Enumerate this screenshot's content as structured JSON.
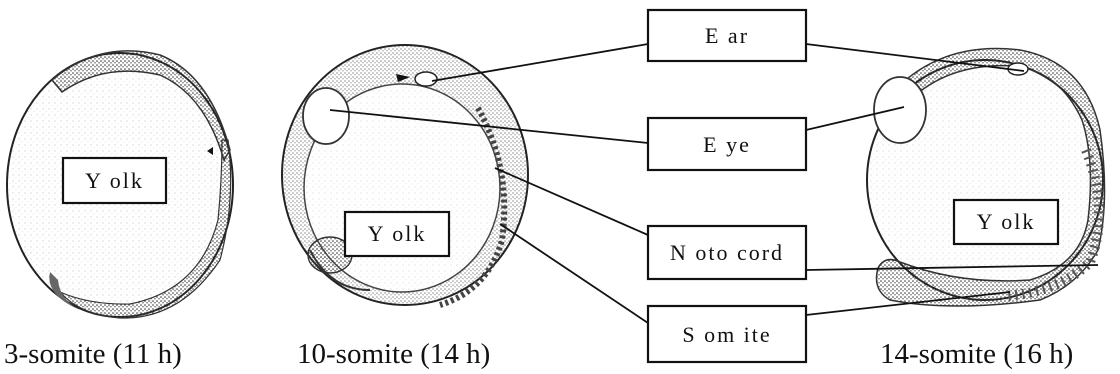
{
  "diagram": {
    "embryos": [
      {
        "stage_label": "3-somite (11 h)",
        "yolk_label": "Y olk"
      },
      {
        "stage_label": "10-somite (14 h)",
        "yolk_label": "Y olk"
      },
      {
        "stage_label": "14-somite (16 h)",
        "yolk_label": "Y olk"
      }
    ],
    "structure_labels": {
      "ear": "E ar",
      "eye": "E ye",
      "notochord": "N oto cord",
      "somite": "S om ite"
    }
  }
}
